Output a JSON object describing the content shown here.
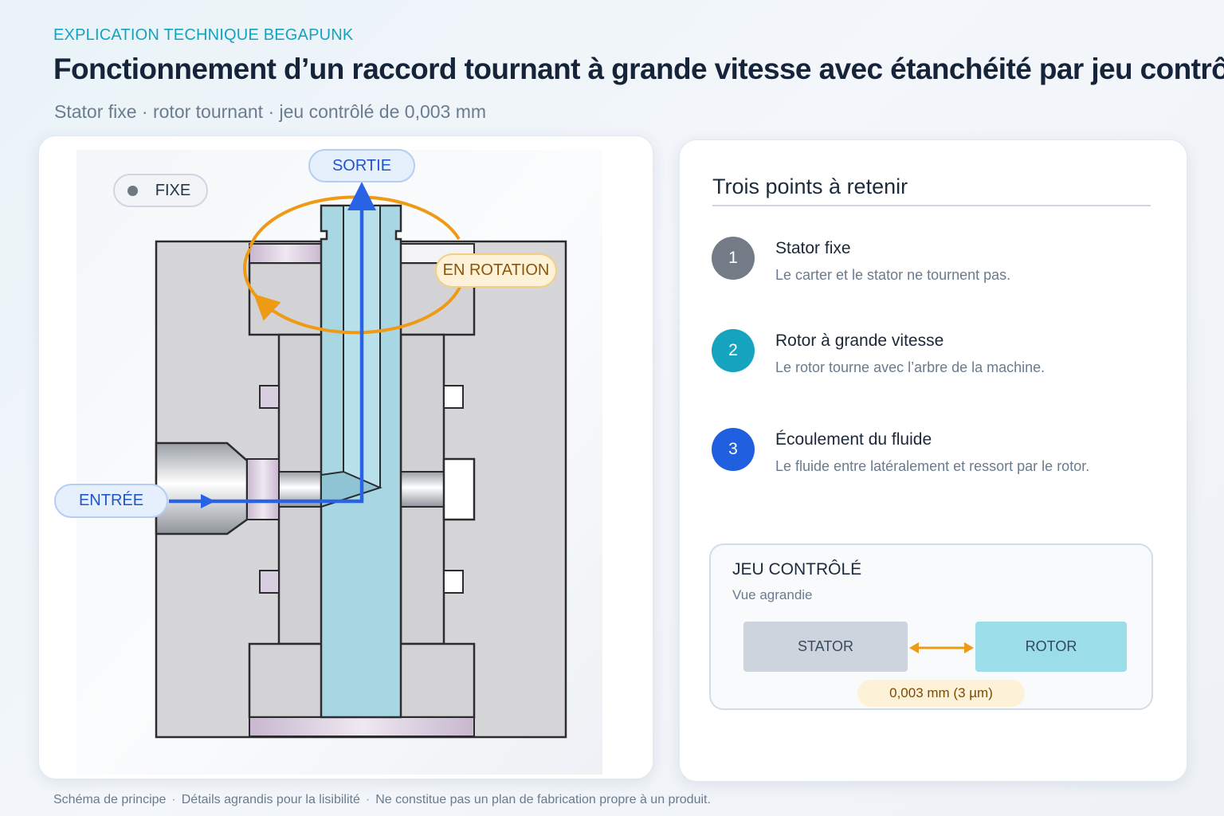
{
  "header": {
    "eyebrow": "EXPLICATION TECHNIQUE BEGAPUNK",
    "title": "Fonctionnement d’un raccord tournant à grande vitesse avec étanchéité par jeu contrôlé",
    "subtitle": "Stator fixe · rotor tournant · jeu contrôlé de 0,003 mm"
  },
  "diagram": {
    "labels": {
      "fixe": "FIXE",
      "sortie": "SORTIE",
      "entree": "ENTRÉE",
      "rotation": "EN ROTATION"
    },
    "colors": {
      "stator": "#d6d6d8",
      "rotor": "#a9d6e3",
      "seal": "#d9cde0",
      "flow": "#2a62e6",
      "rotation": "#ef9a14"
    }
  },
  "panel": {
    "title": "Trois points à retenir",
    "points": [
      {
        "number": "1",
        "title": "Stator fixe",
        "description": "Le carter et le stator ne tournent pas."
      },
      {
        "number": "2",
        "title": "Rotor à grande vitesse",
        "description": "Le rotor tourne avec l’arbre de la machine."
      },
      {
        "number": "3",
        "title": "Écoulement du fluide",
        "description": "Le fluide entre latéralement et ressort par le rotor."
      }
    ],
    "jeu": {
      "title": "JEU CONTRÔLÉ",
      "subtitle": "Vue agrandie",
      "stator_label": "STATOR",
      "rotor_label": "ROTOR",
      "gap_label": "0,003 mm (3 µm)"
    }
  },
  "footer": {
    "items": [
      "Schéma de principe",
      "Détails agrandis pour la lisibilité",
      "Ne constitue pas un plan de fabrication propre à un produit."
    ],
    "separator": "·"
  }
}
